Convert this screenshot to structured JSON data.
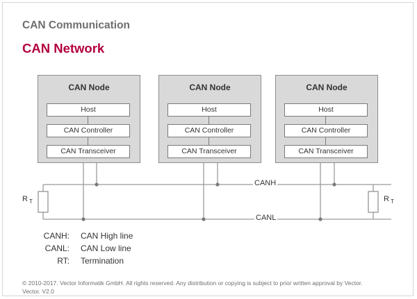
{
  "header": {
    "subtitle": "CAN Communication",
    "title": "CAN Network"
  },
  "nodes": [
    {
      "title": "CAN Node",
      "host": "Host",
      "controller": "CAN Controller",
      "transceiver": "CAN Transceiver"
    },
    {
      "title": "CAN Node",
      "host": "Host",
      "controller": "CAN Controller",
      "transceiver": "CAN Transceiver"
    },
    {
      "title": "CAN Node",
      "host": "Host",
      "controller": "CAN Controller",
      "transceiver": "CAN Transceiver"
    }
  ],
  "bus": {
    "canh_label": "CANH",
    "canl_label": "CANL",
    "termination_left": {
      "symbol": "R",
      "subscript": "T"
    },
    "termination_right": {
      "symbol": "R",
      "subscript": "T"
    }
  },
  "legend": [
    {
      "key": "CANH:",
      "value": "CAN High line"
    },
    {
      "key": "CANL:",
      "value": "CAN Low line"
    },
    {
      "key": "RT:",
      "value": "Termination"
    }
  ],
  "footer": {
    "copyright_line1": "© 2010-2017. Vector Informatik GmbH. All rights reserved. Any distribution or copying is subject to prior written approval by Vector.",
    "copyright_line2": "Vector. V2.0"
  },
  "colors": {
    "title": "#b3003c",
    "subtitle": "#6f6f6f",
    "node_fill": "#d9d9d9",
    "line": "#9a9a9a",
    "junction": "#7a7a7a"
  }
}
